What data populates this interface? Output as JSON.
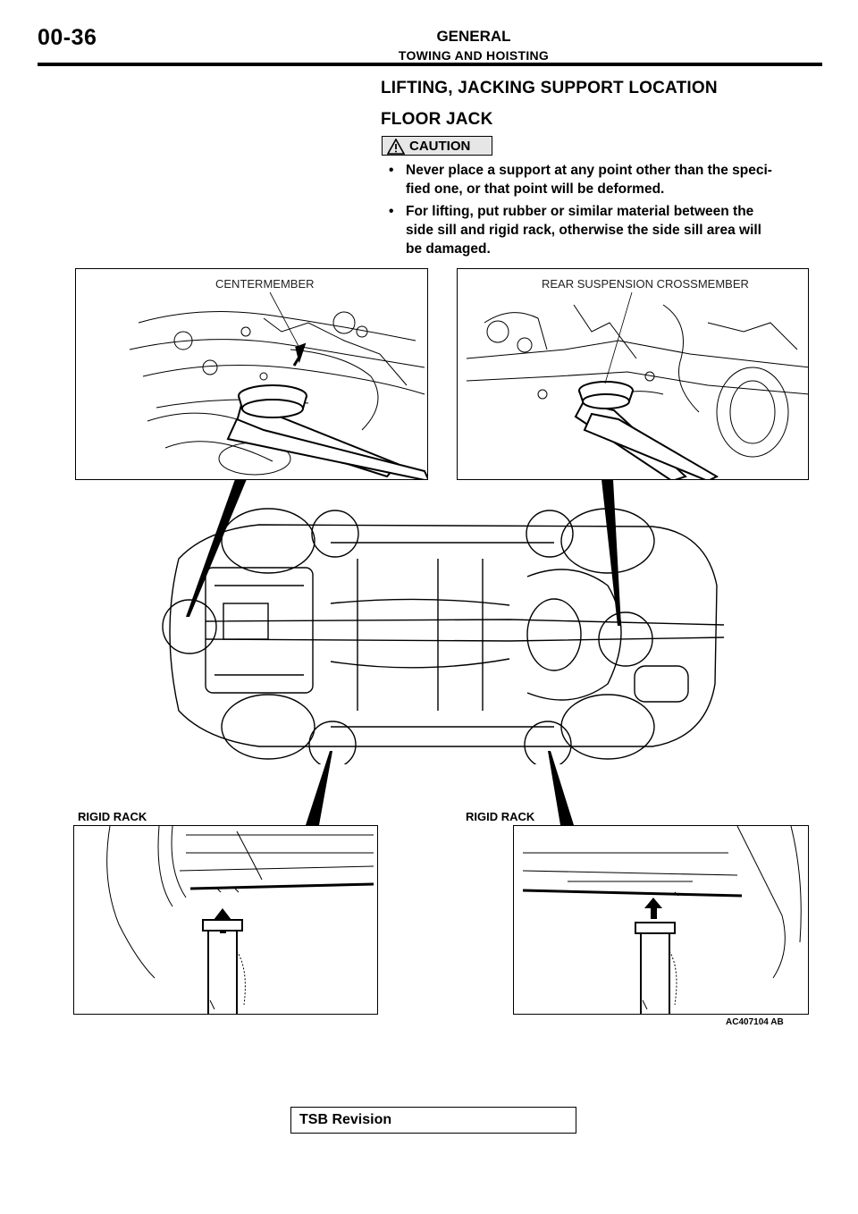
{
  "header": {
    "page_number": "00-36",
    "section": "GENERAL",
    "subsection": "TOWING AND HOISTING"
  },
  "content": {
    "section_title": "LIFTING, JACKING SUPPORT LOCATION",
    "subsection_title": "FLOOR JACK",
    "caution": {
      "label": "CAUTION",
      "icon": "warning-triangle-icon",
      "items": [
        "Never place a support at any point other than the speci-\nfied one, or that point will be deformed.",
        "For lifting, put rubber or similar material between the\nside sill and rigid rack, otherwise the side sill area will\nbe damaged."
      ]
    }
  },
  "figure": {
    "callouts": {
      "front_jack_point": "CENTERMEMBER",
      "rear_jack_point": "REAR SUSPENSION CROSSMEMBER",
      "left_rack": "RIGID RACK",
      "right_rack": "RIGID RACK"
    },
    "drawing_code": "AC407104 AB"
  },
  "footer": {
    "tsb_revision_label": "TSB Revision"
  }
}
